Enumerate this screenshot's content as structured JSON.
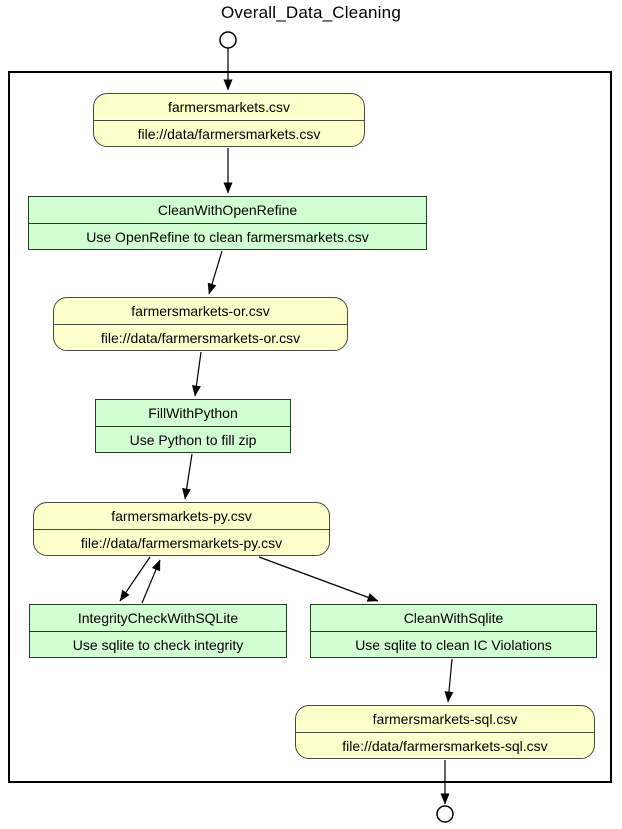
{
  "diagram": {
    "title": "Overall_Data_Cleaning",
    "type": "workflow-graph",
    "colors": {
      "background": "#ffffff",
      "data_node_fill": "#ffffcc",
      "data_node_border": "#4a4a42",
      "program_node_fill": "#d2ffd2",
      "program_node_border": "#233c23",
      "arrow": "#000000",
      "boundary_border": "#000000",
      "text": "#000000"
    },
    "nodes": [
      {
        "id": "farmersmarkets_csv",
        "type": "data",
        "label": "farmersmarkets.csv",
        "uri": "file://data/farmersmarkets.csv"
      },
      {
        "id": "clean_with_openrefine",
        "type": "program",
        "label": "CleanWithOpenRefine",
        "desc": "Use OpenRefine to clean farmersmarkets.csv"
      },
      {
        "id": "farmersmarkets_or_csv",
        "type": "data",
        "label": "farmersmarkets-or.csv",
        "uri": "file://data/farmersmarkets-or.csv"
      },
      {
        "id": "fill_with_python",
        "type": "program",
        "label": "FillWithPython",
        "desc": "Use Python to fill zip"
      },
      {
        "id": "farmersmarkets_py_csv",
        "type": "data",
        "label": "farmersmarkets-py.csv",
        "uri": "file://data/farmersmarkets-py.csv"
      },
      {
        "id": "integrity_check_with_sqlite",
        "type": "program",
        "label": "IntegrityCheckWithSQLite",
        "desc": "Use sqlite to check integrity"
      },
      {
        "id": "clean_with_sqlite",
        "type": "program",
        "label": "CleanWithSqlite",
        "desc": "Use sqlite to clean IC Violations"
      },
      {
        "id": "farmersmarkets_sql_csv",
        "type": "data",
        "label": "farmersmarkets-sql.csv",
        "uri": "file://data/farmersmarkets-sql.csv"
      }
    ],
    "edges": [
      {
        "from": "start",
        "to": "farmersmarkets_csv"
      },
      {
        "from": "farmersmarkets_csv",
        "to": "clean_with_openrefine"
      },
      {
        "from": "clean_with_openrefine",
        "to": "farmersmarkets_or_csv"
      },
      {
        "from": "farmersmarkets_or_csv",
        "to": "fill_with_python"
      },
      {
        "from": "fill_with_python",
        "to": "farmersmarkets_py_csv"
      },
      {
        "from": "farmersmarkets_py_csv",
        "to": "integrity_check_with_sqlite"
      },
      {
        "from": "integrity_check_with_sqlite",
        "to": "farmersmarkets_py_csv"
      },
      {
        "from": "farmersmarkets_py_csv",
        "to": "clean_with_sqlite"
      },
      {
        "from": "clean_with_sqlite",
        "to": "farmersmarkets_sql_csv"
      },
      {
        "from": "farmersmarkets_sql_csv",
        "to": "end"
      }
    ]
  }
}
